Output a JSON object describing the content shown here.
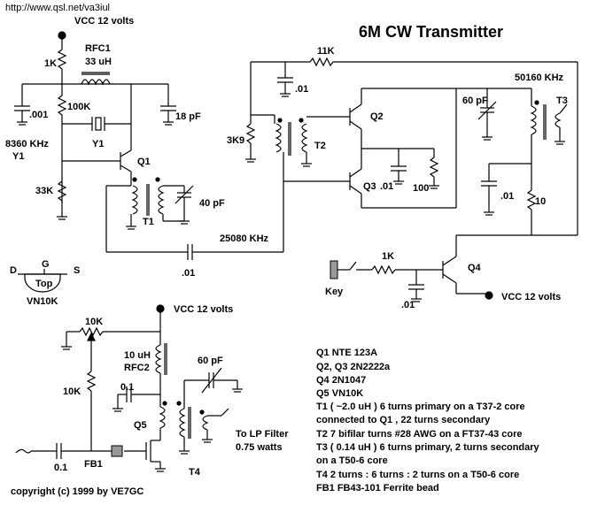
{
  "header": {
    "url": "http://www.qsl.net/va3iul",
    "title": "6M  CW  Transmitter"
  },
  "labels": {
    "vcc_top": "VCC  12 volts",
    "r_1k_top": "1K",
    "rfc1": "RFC1",
    "rfc1_val": "33 uH",
    "c_001": ".001",
    "r_100k": "100K",
    "c_18pf": "18 pF",
    "freq_8360": "8360 KHz",
    "y1_side": "Y1",
    "y1": "Y1",
    "q1": "Q1",
    "r_33k": "33K",
    "t1": "T1",
    "c_40pf": "40 pF",
    "freq_25080": "25080 KHz",
    "c_01_coupling": ".01",
    "r_11k": "11K",
    "c_01_top": ".01",
    "r_3k9": "3K9",
    "t2": "T2",
    "q2": "Q2",
    "q3": "Q3",
    "c_01_q3": ".01",
    "r_100": "100",
    "freq_50160": "50160 KHz",
    "c_60pf_top": "60 pF",
    "t3": "T3",
    "c_01_t3": ".01",
    "r_10": "10",
    "r_1k_key": "1K",
    "key": "Key",
    "c_01_key": ".01",
    "q4": "Q4",
    "vcc_q4": "VCC  12 volts",
    "vn_d": "D",
    "vn_g": "G",
    "vn_s": "S",
    "vn_top": "Top",
    "vn10k": "VN10K",
    "vcc_pa": "VCC  12 volts",
    "r_10k_pot": "10K",
    "r_10k": "10K",
    "rfc2_val": "10 uH",
    "rfc2": "RFC2",
    "c_01_pa": "0.1",
    "c_60pf_pa": "60 pF",
    "q5": "Q5",
    "c_01_in": "0.1",
    "fb1": "FB1",
    "t4": "T4",
    "to_filter": "To  LP Filter",
    "power": "0.75 watts",
    "copyright": "copyright (c) 1999 by VE7GC"
  },
  "notes": [
    "Q1   NTE 123A",
    "Q2, Q3  2N2222a",
    "Q4   2N1047",
    "Q5   VN10K",
    "T1  ( ~2.0 uH ) 6 turns primary on a T37-2 core",
    "connected to Q1 , 22 turns secondary",
    "T2  7 bifilar turns #28 AWG on a FT37-43 core",
    "T3  ( 0.14 uH ) 6 turns primary, 2 turns secondary",
    "       on a T50-6 core",
    "T4  2 turns : 6 turns : 2 turns on a T50-6 core",
    "FB1  FB43-101 Ferrite bead"
  ]
}
